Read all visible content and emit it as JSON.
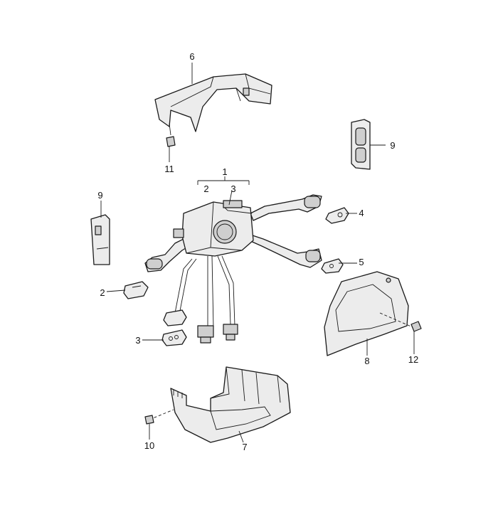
{
  "callouts": {
    "c1": "1",
    "c2a": "2",
    "c3a": "3",
    "c2": "2",
    "c3": "3",
    "c4": "4",
    "c5": "5",
    "c6": "6",
    "c7": "7",
    "c8": "8",
    "c9a": "9",
    "c9b": "9",
    "c10": "10",
    "c11": "11",
    "c12": "12"
  },
  "colors": {
    "line": "#1a1a1a",
    "part_fill": "#ececec",
    "background": "#ffffff"
  }
}
